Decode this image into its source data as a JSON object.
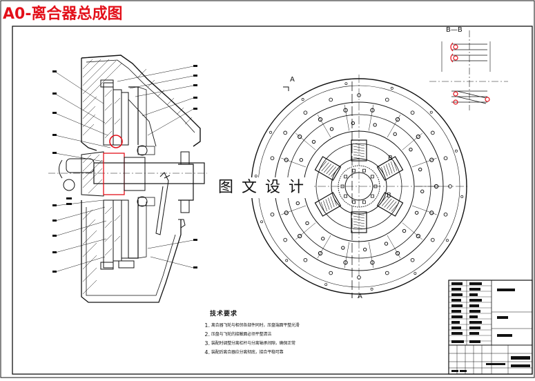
{
  "drawing": {
    "title": "A0-离合器总成图",
    "watermark": "图文设计",
    "section_label": "B—B",
    "view_marks": {
      "a_top": "A",
      "a_bottom": "A",
      "b_upper": "B",
      "b_lower": "B"
    }
  },
  "technical_requirements": {
    "title": "技术要求",
    "items": [
      {
        "num": "1.",
        "text": "离合器飞轮与相邻各部件同时，压盘端面平整光滑"
      },
      {
        "num": "2.",
        "text": "压盘与飞轮的接触面必须平整清洁"
      },
      {
        "num": "3.",
        "text": "装配时调整分离杠杆与分离轴承间隙，确保正常"
      },
      {
        "num": "4.",
        "text": "装配后离合器应分离彻底，接合平稳可靠"
      }
    ]
  },
  "colors": {
    "title": "#e3101a",
    "line": "#111111",
    "highlight": "#e3101a"
  }
}
